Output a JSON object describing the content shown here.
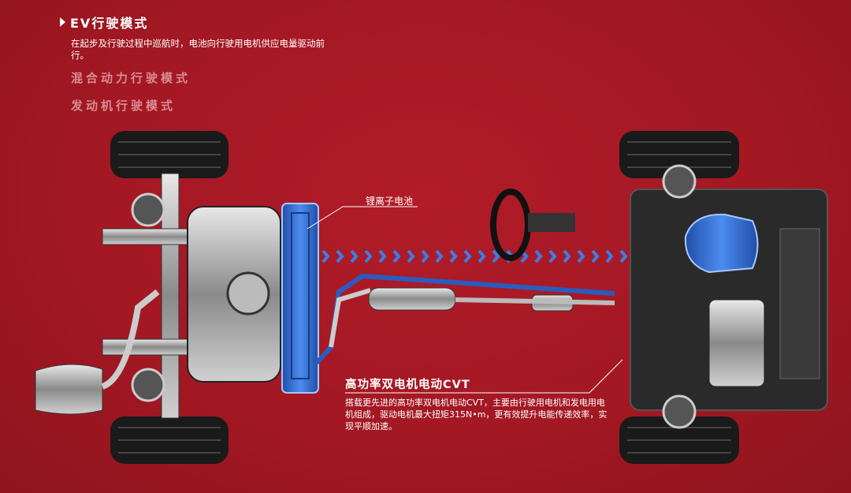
{
  "modes": {
    "active": {
      "label": "EV行驶模式",
      "description": "在起步及行驶过程中巡航时，电池向行驶用电机供应电量驱动前行。"
    },
    "others": [
      {
        "label": "混合动力行驶模式"
      },
      {
        "label": "发动机行驶模式"
      }
    ]
  },
  "callouts": {
    "battery": "锂离子电池",
    "cvt_title": "高功率双电机电动CVT",
    "cvt_description": "搭载更先进的高功率双电机电动CVT，主要由行驶用电机和发电用电机组成，驱动电机最大扭矩315N•m，更有效提升电能传递效率，实现平顺加速。"
  },
  "colors": {
    "background": "#a31823",
    "battery": "#2f6fd6",
    "arrows": "#3a7ee8"
  }
}
